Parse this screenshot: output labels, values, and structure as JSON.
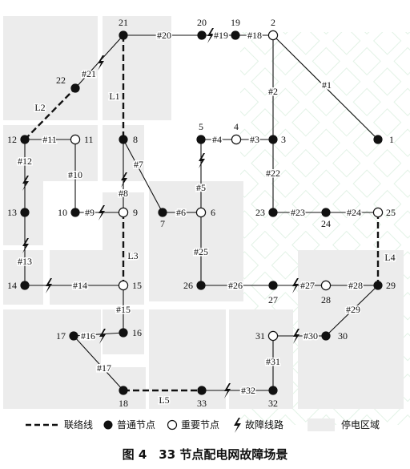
{
  "nodes": [
    {
      "id": "1",
      "label": "1",
      "type": "ordinary"
    },
    {
      "id": "2",
      "label": "2",
      "type": "important"
    },
    {
      "id": "3",
      "label": "3",
      "type": "ordinary"
    },
    {
      "id": "4",
      "label": "4",
      "type": "important"
    },
    {
      "id": "5",
      "label": "5",
      "type": "ordinary"
    },
    {
      "id": "6",
      "label": "6",
      "type": "important"
    },
    {
      "id": "7",
      "label": "7",
      "type": "ordinary"
    },
    {
      "id": "8",
      "label": "8",
      "type": "ordinary"
    },
    {
      "id": "9",
      "label": "9",
      "type": "important"
    },
    {
      "id": "10",
      "label": "10",
      "type": "ordinary"
    },
    {
      "id": "11",
      "label": "11",
      "type": "important"
    },
    {
      "id": "12",
      "label": "12",
      "type": "ordinary"
    },
    {
      "id": "13",
      "label": "13",
      "type": "ordinary"
    },
    {
      "id": "14",
      "label": "14",
      "type": "ordinary"
    },
    {
      "id": "15",
      "label": "15",
      "type": "important"
    },
    {
      "id": "16",
      "label": "16",
      "type": "ordinary"
    },
    {
      "id": "17",
      "label": "17",
      "type": "ordinary"
    },
    {
      "id": "18",
      "label": "18",
      "type": "ordinary"
    },
    {
      "id": "19",
      "label": "19",
      "type": "ordinary"
    },
    {
      "id": "20",
      "label": "20",
      "type": "ordinary"
    },
    {
      "id": "21",
      "label": "21",
      "type": "ordinary"
    },
    {
      "id": "22",
      "label": "22",
      "type": "ordinary"
    },
    {
      "id": "23",
      "label": "23",
      "type": "ordinary"
    },
    {
      "id": "24",
      "label": "24",
      "type": "ordinary"
    },
    {
      "id": "25",
      "label": "25",
      "type": "important"
    },
    {
      "id": "26",
      "label": "26",
      "type": "ordinary"
    },
    {
      "id": "27",
      "label": "27",
      "type": "ordinary"
    },
    {
      "id": "28",
      "label": "28",
      "type": "important"
    },
    {
      "id": "29",
      "label": "29",
      "type": "ordinary"
    },
    {
      "id": "30",
      "label": "30",
      "type": "ordinary"
    },
    {
      "id": "31",
      "label": "31",
      "type": "important"
    },
    {
      "id": "32",
      "label": "32",
      "type": "ordinary"
    },
    {
      "id": "33",
      "label": "33",
      "type": "ordinary"
    }
  ],
  "edges": [
    {
      "id": "e1",
      "from": "2",
      "to": "1",
      "label": "#1",
      "type": "line",
      "fault": false
    },
    {
      "id": "e2",
      "from": "2",
      "to": "3",
      "label": "#2",
      "type": "line",
      "fault": false
    },
    {
      "id": "e3",
      "from": "4",
      "to": "3",
      "label": "#3",
      "type": "line",
      "fault": false
    },
    {
      "id": "e4",
      "from": "5",
      "to": "4",
      "label": "#4",
      "type": "line",
      "fault": false
    },
    {
      "id": "e5",
      "from": "5",
      "to": "6",
      "label": "#5",
      "type": "line",
      "fault": true
    },
    {
      "id": "e6",
      "from": "7",
      "to": "6",
      "label": "#6",
      "type": "line",
      "fault": false
    },
    {
      "id": "e7",
      "from": "8",
      "to": "7",
      "label": "#7",
      "type": "line",
      "fault": false
    },
    {
      "id": "e8",
      "from": "8",
      "to": "9",
      "label": "#8",
      "type": "line",
      "fault": true
    },
    {
      "id": "e9",
      "from": "10",
      "to": "9",
      "label": "#9",
      "type": "line",
      "fault": true
    },
    {
      "id": "e10",
      "from": "11",
      "to": "10",
      "label": "#10",
      "type": "line",
      "fault": false
    },
    {
      "id": "e11",
      "from": "12",
      "to": "11",
      "label": "#11",
      "type": "line",
      "fault": false
    },
    {
      "id": "e12",
      "from": "12",
      "to": "13",
      "label": "#12",
      "type": "line",
      "fault": true
    },
    {
      "id": "e13",
      "from": "13",
      "to": "14",
      "label": "#13",
      "type": "line",
      "fault": true
    },
    {
      "id": "e14",
      "from": "14",
      "to": "15",
      "label": "#14",
      "type": "line",
      "fault": true
    },
    {
      "id": "e15",
      "from": "15",
      "to": "16",
      "label": "#15",
      "type": "line",
      "fault": false
    },
    {
      "id": "e16",
      "from": "17",
      "to": "16",
      "label": "#16",
      "type": "line",
      "fault": true
    },
    {
      "id": "e17",
      "from": "17",
      "to": "18",
      "label": "#17",
      "type": "line",
      "fault": false
    },
    {
      "id": "e18",
      "from": "19",
      "to": "2",
      "label": "#18",
      "type": "line",
      "fault": false
    },
    {
      "id": "e19",
      "from": "20",
      "to": "19",
      "label": "#19",
      "type": "line",
      "fault": true
    },
    {
      "id": "e20",
      "from": "21",
      "to": "20",
      "label": "#20",
      "type": "line",
      "fault": false
    },
    {
      "id": "e21",
      "from": "22",
      "to": "21",
      "label": "#21",
      "type": "line",
      "fault": true
    },
    {
      "id": "e22",
      "from": "3",
      "to": "23",
      "label": "#22",
      "type": "line",
      "fault": false
    },
    {
      "id": "e23",
      "from": "23",
      "to": "24",
      "label": "#23",
      "type": "line",
      "fault": false
    },
    {
      "id": "e24",
      "from": "24",
      "to": "25",
      "label": "#24",
      "type": "line",
      "fault": false
    },
    {
      "id": "e25",
      "from": "6",
      "to": "26",
      "label": "#25",
      "type": "line",
      "fault": false
    },
    {
      "id": "e26",
      "from": "26",
      "to": "27",
      "label": "#26",
      "type": "line",
      "fault": false
    },
    {
      "id": "e27",
      "from": "27",
      "to": "28",
      "label": "#27",
      "type": "line",
      "fault": true
    },
    {
      "id": "e28",
      "from": "28",
      "to": "29",
      "label": "#28",
      "type": "line",
      "fault": false
    },
    {
      "id": "e29",
      "from": "29",
      "to": "30",
      "label": "#29",
      "type": "line",
      "fault": false
    },
    {
      "id": "e30",
      "from": "30",
      "to": "31",
      "label": "#30",
      "type": "line",
      "fault": true
    },
    {
      "id": "e31",
      "from": "31",
      "to": "32",
      "label": "#31",
      "type": "line",
      "fault": false
    },
    {
      "id": "e32",
      "from": "32",
      "to": "33",
      "label": "#32",
      "type": "line",
      "fault": true
    },
    {
      "id": "L1",
      "from": "21",
      "to": "8",
      "label": "L1",
      "type": "tie",
      "fault": false
    },
    {
      "id": "L2",
      "from": "12",
      "to": "22",
      "label": "L2",
      "type": "tie",
      "fault": false
    },
    {
      "id": "L3",
      "from": "9",
      "to": "15",
      "label": "L3",
      "type": "tie",
      "fault": false
    },
    {
      "id": "L4",
      "from": "25",
      "to": "29",
      "label": "L4",
      "type": "tie",
      "fault": false
    },
    {
      "id": "L5",
      "from": "18",
      "to": "33",
      "label": "L5",
      "type": "tie",
      "fault": false
    }
  ],
  "legend": [
    {
      "key": "tie",
      "text": "联络线"
    },
    {
      "key": "ordinary",
      "text": "普通节点"
    },
    {
      "key": "important",
      "text": "重要节点"
    },
    {
      "key": "fault",
      "text": "故障线路"
    },
    {
      "key": "outage",
      "text": "停电区域"
    }
  ],
  "caption": "图 4　33 节点配电网故障场景"
}
